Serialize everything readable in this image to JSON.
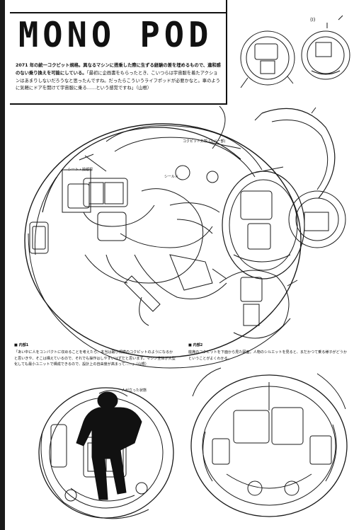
{
  "title": "MONO POD",
  "page_id": "(I)",
  "intro": {
    "lead": "2071 年の統一コクピット規格。異なるマシンに搭乗した際に生ずる経験の差を埋めるもので、違和感のない乗り換えを可能にしている。",
    "quote": "「最初に企画書をもらったとき、こいつらは宇宙服を着たアクションはあまりしないだろうなと思ったんですね。だったらこういうライフポッドが必要かなと。車のように気軽にドアを開けて宇宙服に乗る……という感覚ですね」（山根）"
  },
  "captions": {
    "left": {
      "heading": "内部1",
      "body": "「あい中に人をコンパクトに収めることを考えたら、本当は最小規模のコクピットのようになるかと思いきや、そこは構えているので、それでも操作はしやすいはずだと思います。マシン全体が大型化しても最小ユニットで構成できるので、設計上の自由度が高まって……」（山根）"
    },
    "right": {
      "heading": "内部2",
      "body": "座席のコクピットを下面から見た図面。人物のシルエットを見ると、まだかつて乗る様子がどうかということがよくわかる。"
    }
  },
  "annotations": {
    "top_sketch": "コクピット外殻 (カバー部)",
    "left_pod": "シート・操縦桿",
    "center_pod": "シールド",
    "bottom_pilot": "人が立った状態"
  }
}
